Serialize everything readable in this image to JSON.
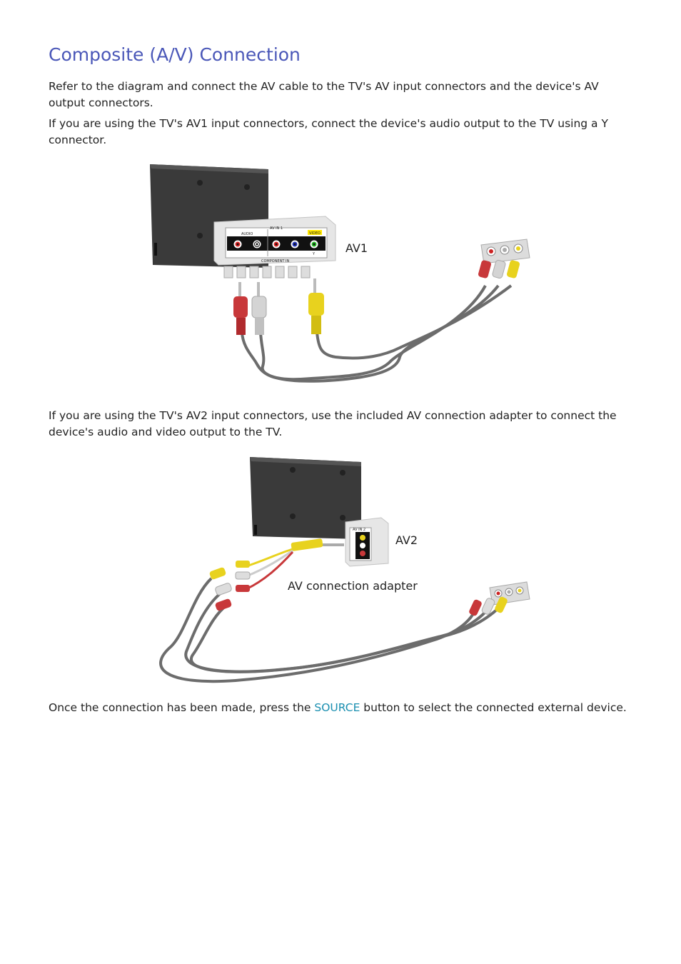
{
  "heading": "Composite (A/V) Connection",
  "paragraphs": {
    "p1": "Refer to the diagram and connect the AV cable to the TV's AV input connectors and the device's AV output connectors.",
    "p2": "If you are using the TV's AV1 input connectors, connect the device's audio output to the TV using a Y connector.",
    "p3": "If you are using the TV's AV2 input connectors, use the included AV connection adapter to connect the device's audio and video output to the TV.",
    "p4_before": "Once the connection has been made, press the ",
    "p4_keyword": "SOURCE",
    "p4_after": " button to select the connected external device."
  },
  "diagram1": {
    "label": "AV1",
    "panel_top": "AV IN 1",
    "panel_audio": "AUDIO",
    "panel_video": "VIDEO",
    "panel_bottom": "COMPONENT IN",
    "panel_y": "Y"
  },
  "diagram2": {
    "label": "AV2",
    "adapter_label": "AV connection adapter",
    "adapter_top": "AV IN 2"
  },
  "colors": {
    "heading": "#4a57b8",
    "keyword": "#1a8fb0",
    "cable_red": "#c8383a",
    "cable_white": "#d4d4d4",
    "cable_yellow": "#e8d21e",
    "tv_body": "#3a3a3a"
  }
}
